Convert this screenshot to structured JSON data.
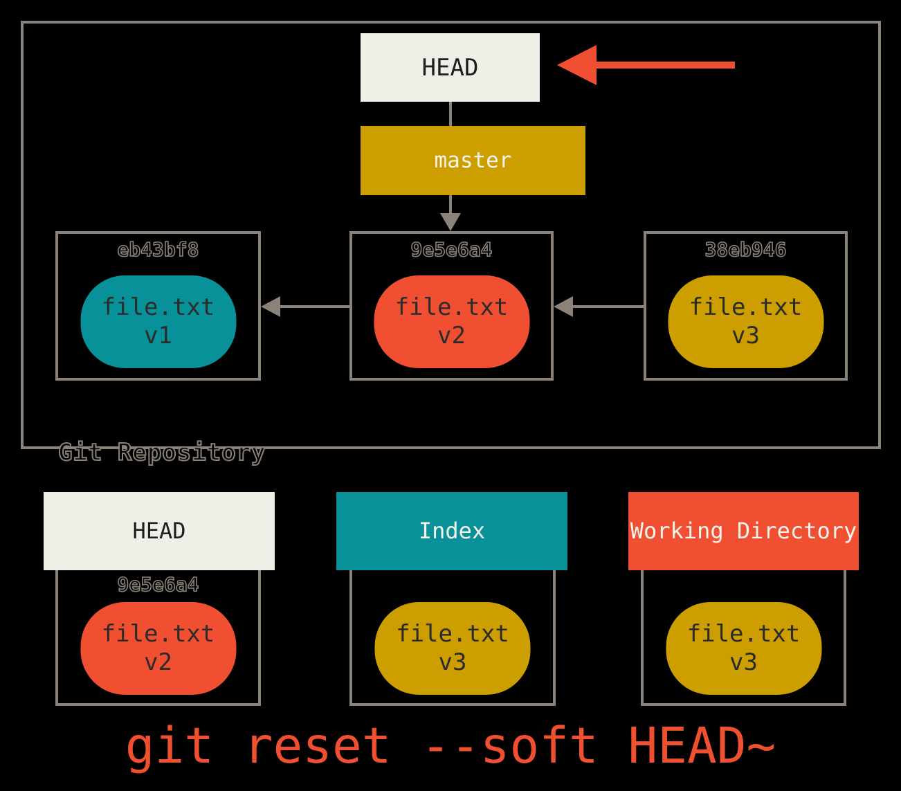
{
  "colors": {
    "background": "#000000",
    "border_gray": "#8b8379",
    "cream": "#f0efe7",
    "gold": "#cc9e00",
    "teal": "#089198",
    "red_orange": "#f04f32",
    "caption_red": "#f0502f",
    "dark_text": "#2b2b2b",
    "light_text": "#f4f3ec"
  },
  "repository": {
    "label": "Git Repository",
    "head_pointer": {
      "label": "HEAD"
    },
    "branch": {
      "label": "master"
    },
    "commits": [
      {
        "hash": "eb43bf8",
        "file_line1": "file.txt",
        "file_line2": "v1",
        "oval_color": "teal"
      },
      {
        "hash": "9e5e6a4",
        "file_line1": "file.txt",
        "file_line2": "v2",
        "oval_color": "red"
      },
      {
        "hash": "38eb946",
        "file_line1": "file.txt",
        "file_line2": "v3",
        "oval_color": "gold"
      }
    ]
  },
  "trees": [
    {
      "title": "HEAD",
      "hash": "9e5e6a4",
      "file_line1": "file.txt",
      "file_line2": "v2",
      "oval_color": "red",
      "header_color": "cream"
    },
    {
      "title": "Index",
      "hash": "",
      "file_line1": "file.txt",
      "file_line2": "v3",
      "oval_color": "gold",
      "header_color": "teal"
    },
    {
      "title": "Working Directory",
      "hash": "",
      "file_line1": "file.txt",
      "file_line2": "v3",
      "oval_color": "gold",
      "header_color": "red"
    }
  ],
  "caption": "git reset --soft HEAD~"
}
